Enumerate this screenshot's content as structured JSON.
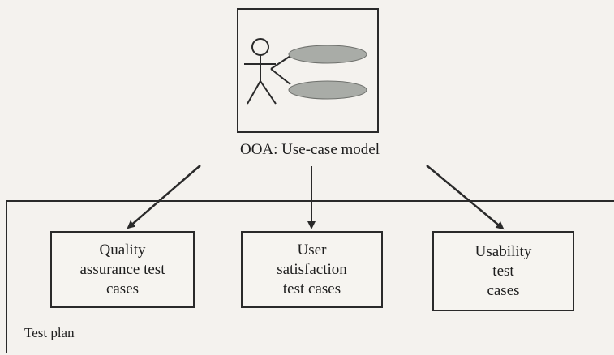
{
  "use_case_model": {
    "caption": "OOA: Use-case model",
    "actor_icon": "stick-figure-actor-icon",
    "use_case_icon": "use-case-ellipse-icon",
    "use_case_fill": "#a9aca7"
  },
  "test_plan": {
    "label": "Test plan",
    "boxes": [
      {
        "text": "Quality\nassurance test\ncases"
      },
      {
        "text": "User\nsatisfaction\ntest cases"
      },
      {
        "text": "Usability\ntest\ncases"
      }
    ]
  },
  "colors": {
    "line": "#2a2a2a",
    "background": "#f4f2ee"
  }
}
